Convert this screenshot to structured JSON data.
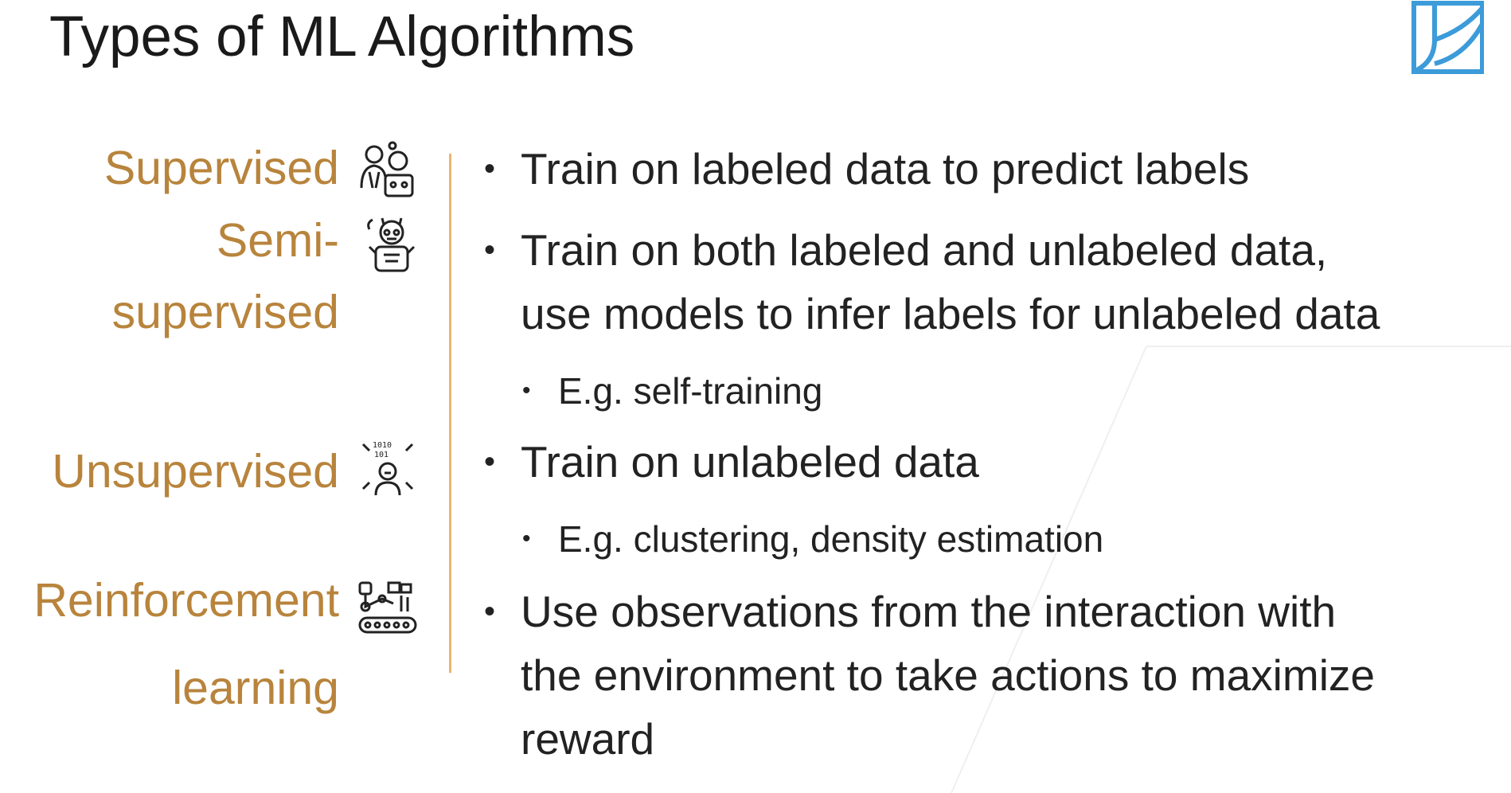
{
  "slide": {
    "title": "Types of ML Algorithms",
    "accent_color": "#B8843C",
    "divider_color": "#E8B66E",
    "logo_color": "#3C9BD9",
    "logo_icon": "book-logo-icon"
  },
  "categories": [
    {
      "label": "Supervised",
      "icon": "team-people-icon"
    },
    {
      "label_line1": "Semi-",
      "label_line2": "supervised",
      "icon": "person-with-robot-icon"
    },
    {
      "label": "Unsupervised",
      "icon": "data-processing-robot-icon"
    },
    {
      "label_line1": "Reinforcement",
      "label_line2": "learning",
      "icon": "conveyor-robot-arm-icon"
    }
  ],
  "bullets": {
    "supervised": "Train on labeled data to predict labels",
    "semi_line1": "Train on both labeled and unlabeled data,",
    "semi_line2": "use models to infer labels for unlabeled data",
    "semi_example": "E.g. self-training",
    "unsupervised": "Train on unlabeled data",
    "unsupervised_example": "E.g. clustering, density estimation",
    "rl_line1": "Use observations from the interaction with",
    "rl_line2": "the environment to take actions to maximize",
    "rl_line3": "reward"
  },
  "bullet_symbol": "•"
}
